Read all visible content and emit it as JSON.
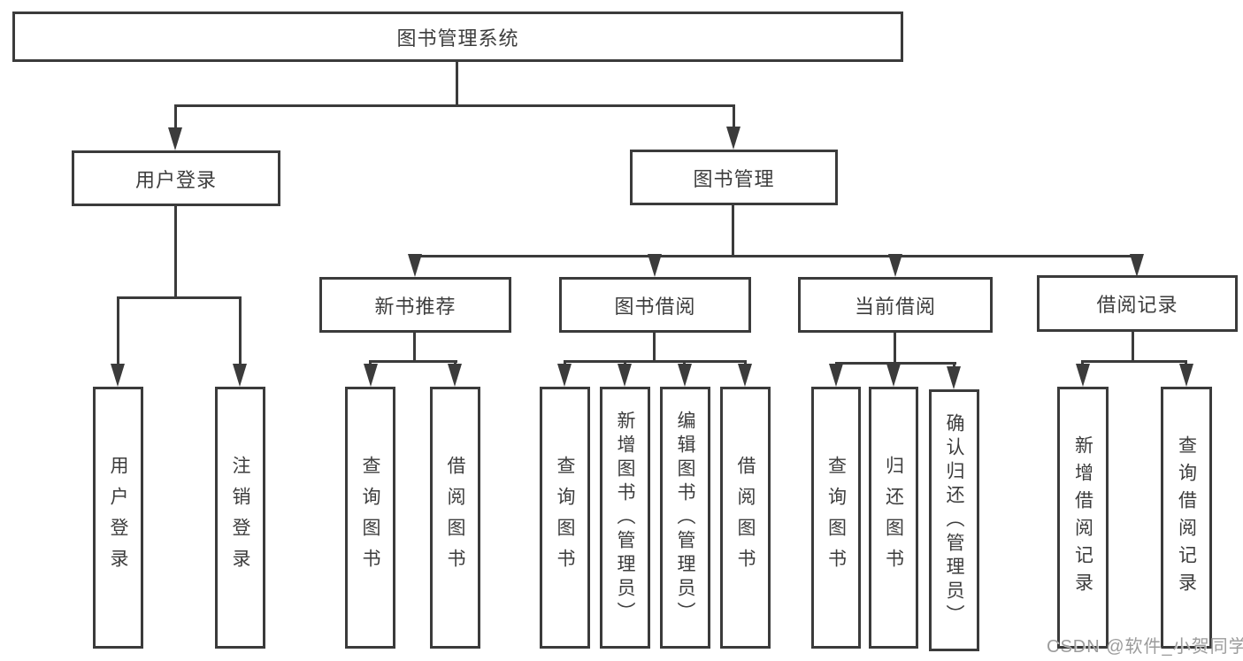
{
  "diagram": {
    "type": "hierarchy-tree",
    "nodes": {
      "root": "图书管理系统",
      "user_login": "用户登录",
      "book_management": "图书管理",
      "new_book_recommend": "新书推荐",
      "book_borrowing": "图书借阅",
      "current_borrowing": "当前借阅",
      "borrowing_records": "借阅记录",
      "leaf_user_login": "用户登录",
      "leaf_logout": "注销登录",
      "leaf_nb_search_books": "查询图书",
      "leaf_nb_borrow_books": "借阅图书",
      "leaf_bb_search_books": "查询图书",
      "leaf_bb_add_books": "新增图书（管理员）",
      "leaf_bb_edit_books": "编辑图书（管理员）",
      "leaf_bb_borrow_books": "借阅图书",
      "leaf_cb_search_books": "查询图书",
      "leaf_cb_return_books": "归还图书",
      "leaf_cb_confirm_return": "确认归还（管理员）",
      "leaf_br_add_record": "新增借阅记录",
      "leaf_br_search_record": "查询借阅记录"
    },
    "hierarchy": {
      "图书管理系统": {
        "用户登录": [
          "用户登录",
          "注销登录"
        ],
        "图书管理": {
          "新书推荐": [
            "查询图书",
            "借阅图书"
          ],
          "图书借阅": [
            "查询图书",
            "新增图书（管理员）",
            "编辑图书（管理员）",
            "借阅图书"
          ],
          "当前借阅": [
            "查询图书",
            "归还图书",
            "确认归还（管理员）"
          ],
          "借阅记录": [
            "新增借阅记录",
            "查询借阅记录"
          ]
        }
      }
    }
  },
  "watermark": "CSDN @软件_小贺同学",
  "colors": {
    "line": "#3b3b3b",
    "text": "#3d3d3d",
    "background": "#ffffff",
    "watermark": "#9c9c9c"
  }
}
